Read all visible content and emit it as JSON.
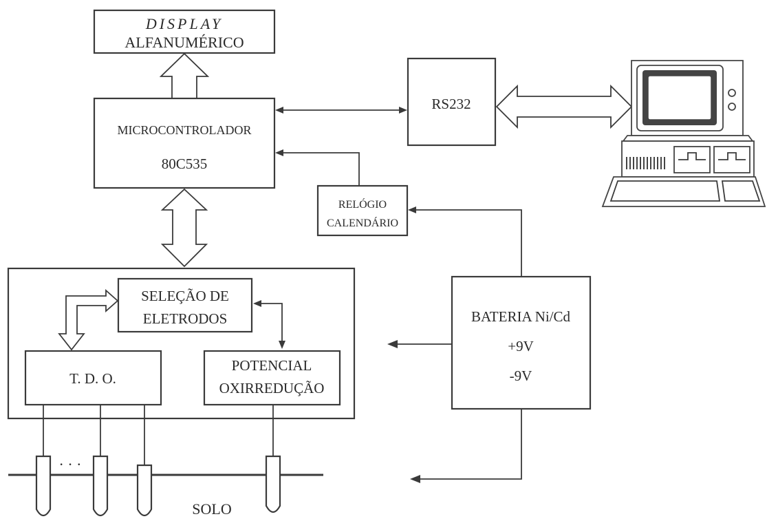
{
  "display": {
    "line1": "DISPLAY",
    "line2": "ALFANUMÉRICO"
  },
  "microcontroller": {
    "line1": "MICROCONTROLADOR",
    "line2": "80C535"
  },
  "rs232": {
    "label": "RS232"
  },
  "clock": {
    "line1": "RELÓGIO",
    "line2": "CALENDÁRIO"
  },
  "battery": {
    "line1": "BATERIA Ni/Cd",
    "line2": "+9V",
    "line3": "-9V"
  },
  "electrode_selection": {
    "line1": "SELEÇÃO DE",
    "line2": "ELETRODOS"
  },
  "tdo": {
    "label": "T. D. O."
  },
  "redox": {
    "line1": "POTENCIAL",
    "line2": "OXIRREDUÇÃO"
  },
  "soil": {
    "label": "SOLO",
    "dots": "· · ·"
  },
  "computer": {
    "icon": "desktop-computer-icon"
  }
}
